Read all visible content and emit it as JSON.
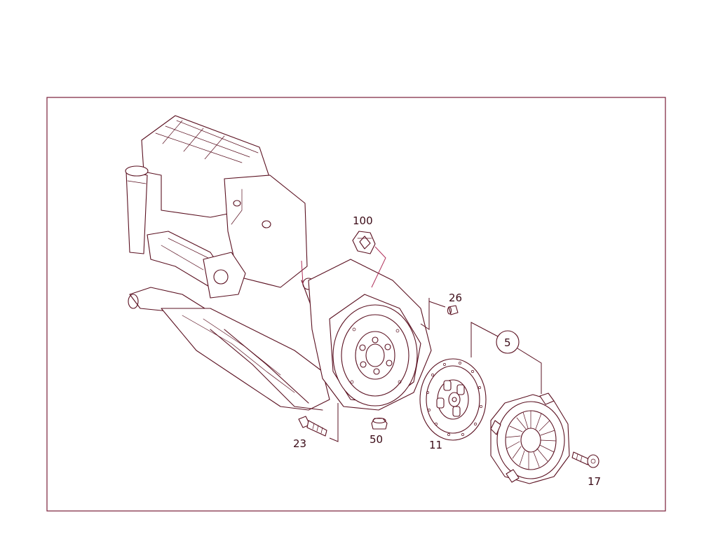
{
  "diagram": {
    "part_labels": [
      {
        "id": "part-100",
        "text": "100"
      },
      {
        "id": "part-26",
        "text": "26"
      },
      {
        "id": "part-5",
        "text": "5"
      },
      {
        "id": "part-11",
        "text": "11"
      },
      {
        "id": "part-23",
        "text": "23"
      },
      {
        "id": "part-50",
        "text": "50"
      },
      {
        "id": "part-17",
        "text": "17"
      }
    ]
  }
}
